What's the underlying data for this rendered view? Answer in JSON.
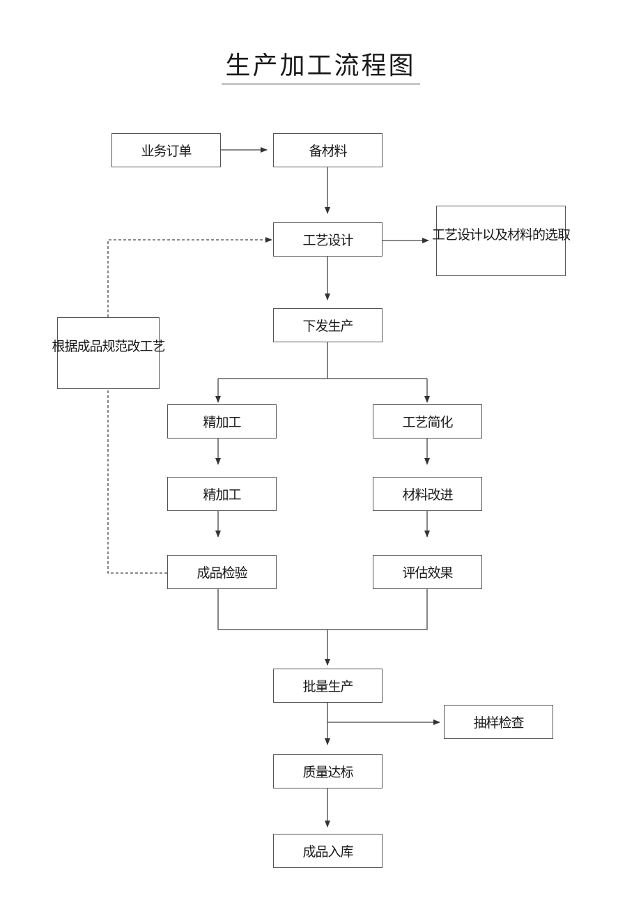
{
  "title": "生产加工流程图",
  "nodes": {
    "business_order": "业务订单",
    "prepare_materials": "备材料",
    "process_design": "工艺设计",
    "design_materials_selection": "工艺设计以及材料的选取",
    "issue_production": "下发生产",
    "finish_machining_1": "精加工",
    "process_optimization": "工艺简化",
    "finish_machining_2": "精加工",
    "material_improvement": "材料改进",
    "product_inspection": "成品检验",
    "evaluate_results": "评估效果",
    "adjust_process": "根据成品规范改工艺",
    "mass_production": "批量生产",
    "sampling_inspection": "抽样检查",
    "quality_standard": "质量达标",
    "warehouse_entry": "成品入库"
  }
}
